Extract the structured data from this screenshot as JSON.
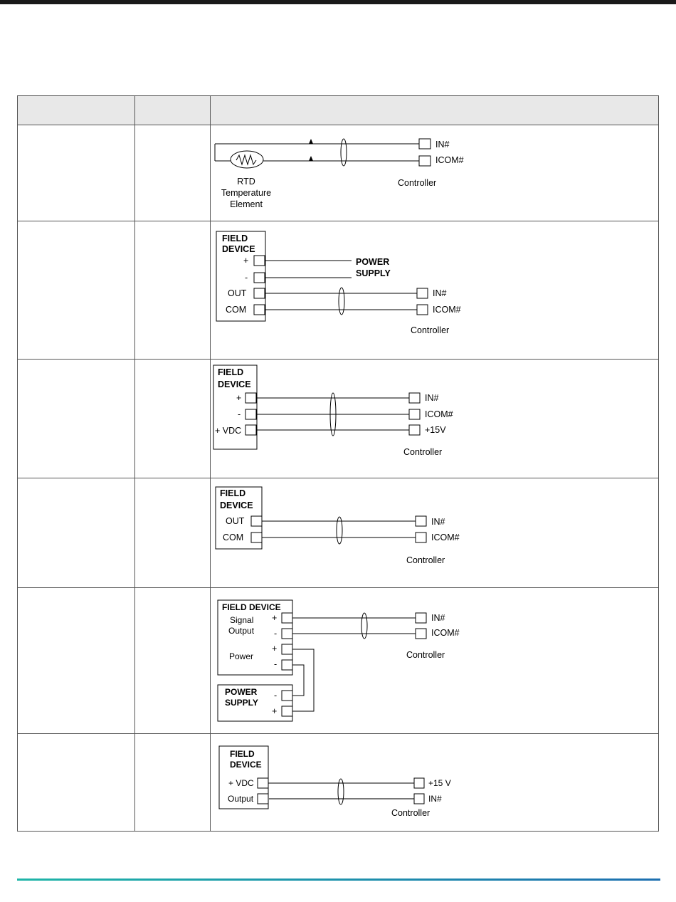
{
  "rows": [
    {
      "labels": {
        "rtd": "RTD",
        "temperature": "Temperature",
        "element": "Element",
        "in": "IN#",
        "icom": "ICOM#",
        "controller": "Controller"
      }
    },
    {
      "labels": {
        "field": "FIELD",
        "device": "DEVICE",
        "plus": "+",
        "minus": "-",
        "out": "OUT",
        "com": "COM",
        "power": "POWER",
        "supply": "SUPPLY",
        "in": "IN#",
        "icom": "ICOM#",
        "controller": "Controller"
      }
    },
    {
      "labels": {
        "field": "FIELD",
        "device": "DEVICE",
        "plus": "+",
        "minus": "-",
        "vdc": "+ VDC",
        "in": "IN#",
        "icom": "ICOM#",
        "v15": "+15V",
        "controller": "Controller"
      }
    },
    {
      "labels": {
        "field": "FIELD",
        "device": "DEVICE",
        "out": "OUT",
        "com": "COM",
        "in": "IN#",
        "icom": "ICOM#",
        "controller": "Controller"
      }
    },
    {
      "labels": {
        "field_device": "FIELD DEVICE",
        "signal": "Signal",
        "output": "Output",
        "plus": "+",
        "minus": "-",
        "power": "Power",
        "ps_power": "POWER",
        "ps_supply": "SUPPLY",
        "in": "IN#",
        "icom": "ICOM#",
        "controller": "Controller"
      }
    },
    {
      "labels": {
        "field": "FIELD",
        "device": "DEVICE",
        "vdc": "+ VDC",
        "output": "Output",
        "v15": "+15 V",
        "in": "IN#",
        "controller": "Controller"
      }
    }
  ]
}
